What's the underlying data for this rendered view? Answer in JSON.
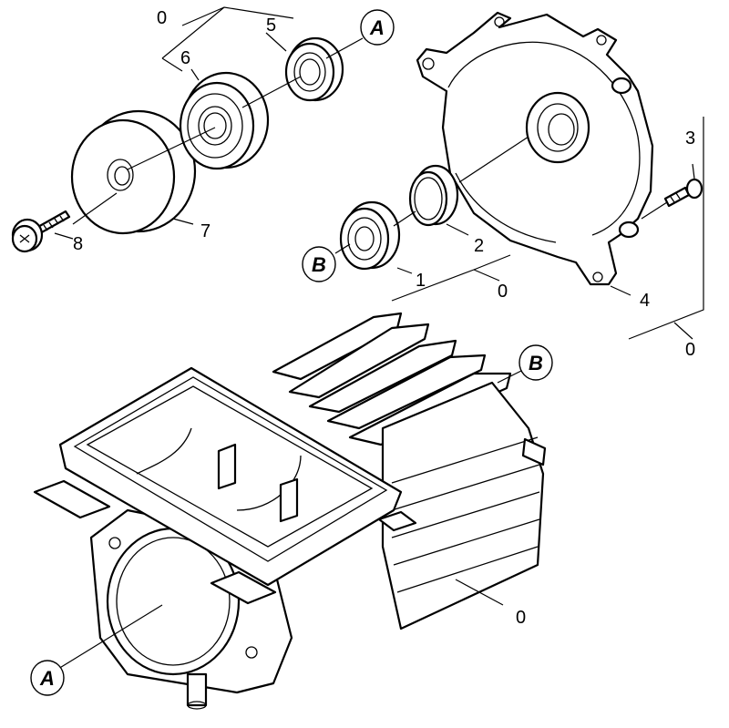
{
  "part_numbers": {
    "p0_top": "0",
    "p5": "5",
    "p6": "6",
    "p7": "7",
    "p8": "8",
    "p3": "3",
    "p2": "2",
    "p1": "1",
    "p0_mid": "0",
    "p4": "4",
    "p0_right": "0",
    "p0_bottom": "0"
  },
  "reference_tags": {
    "a_top": "A",
    "b_mid": "B",
    "b_right": "B",
    "a_bottom": "A"
  }
}
